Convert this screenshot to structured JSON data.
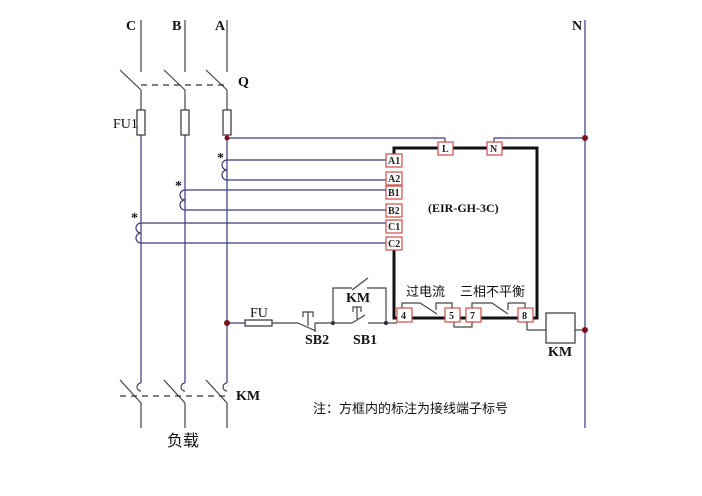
{
  "diagram": {
    "phases": [
      "C",
      "B",
      "A"
    ],
    "neutral": "N",
    "breaker": "Q",
    "fuse_main": "FU1",
    "fuse_control": "FU",
    "contactor": "KM",
    "contactor_aux": "KM",
    "contactor_coil": "KM",
    "stop_button": "SB2",
    "start_button": "SB1",
    "device_model": "(EIR-GH-3C)",
    "load": "负载",
    "ct_mark": "*",
    "terminals": {
      "L": "L",
      "N": "N",
      "A1": "A1",
      "A2": "A2",
      "B1": "B1",
      "B2": "B2",
      "C1": "C1",
      "C2": "C2",
      "t4": "4",
      "t5": "5",
      "t7": "7",
      "t8": "8"
    },
    "relay_overcurrent": "过电流",
    "relay_unbalance": "三相不平衡",
    "note": "注：方框内的标注为接线端子标号"
  }
}
